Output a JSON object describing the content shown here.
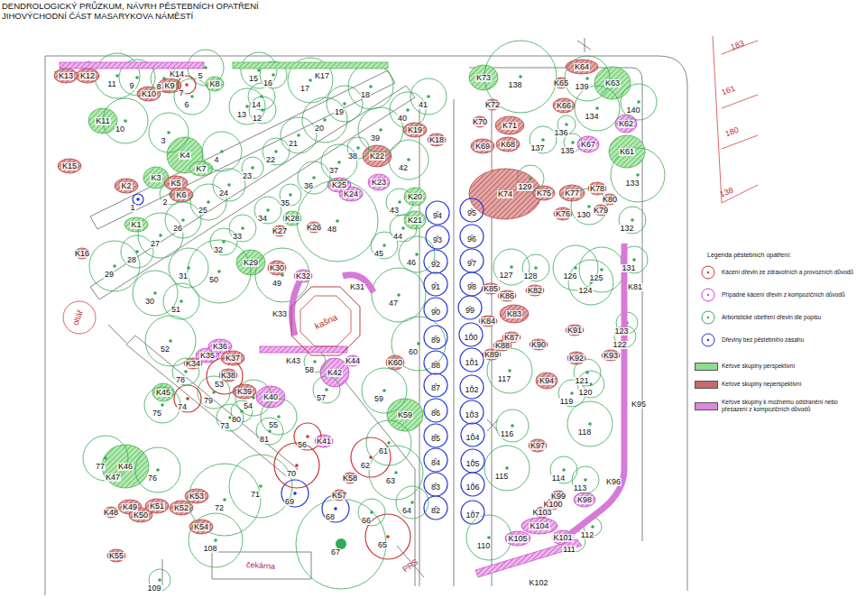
{
  "diagram": {
    "title": "DENDROLOGICKÝ PRŮZKUM, NÁVRH PĚSTEBNÍCH OPATŘENÍ JIHOVÝCHODNÍ ČÁST MASARYKOVA NÁMĚSTÍ",
    "nodes": [
      {
        "text": [
          "kašna"
        ]
      }
    ],
    "labels": [
      "1",
      "2",
      "3",
      "4",
      "5",
      "6",
      "7",
      "8",
      "9",
      "10",
      "11",
      "12",
      "13",
      "14",
      "15",
      "16",
      "17",
      "18",
      "19",
      "20",
      "21",
      "22",
      "23",
      "24",
      "25",
      "26",
      "27",
      "28",
      "29",
      "30",
      "31",
      "32",
      "33",
      "34",
      "35",
      "36",
      "37",
      "38",
      "39",
      "40",
      "41",
      "42",
      "43",
      "44",
      "45",
      "46",
      "47",
      "48",
      "49",
      "50",
      "51",
      "52",
      "53",
      "54",
      "55",
      "56",
      "57",
      "58",
      "59",
      "60",
      "61",
      "62",
      "63",
      "64",
      "65",
      "66",
      "67",
      "68",
      "69",
      "70",
      "71",
      "72",
      "73",
      "74",
      "75",
      "76",
      "77",
      "78",
      "79",
      "80",
      "81",
      "82",
      "83",
      "84",
      "85",
      "86",
      "87",
      "88",
      "89",
      "90",
      "91",
      "92",
      "93",
      "94",
      "95",
      "96",
      "97",
      "98",
      "99",
      "100",
      "101",
      "102",
      "103",
      "104",
      "105",
      "106",
      "107",
      "108",
      "109",
      "110",
      "111",
      "112",
      "113",
      "114",
      "115",
      "116",
      "117",
      "118",
      "119",
      "120",
      "121",
      "122",
      "123",
      "124",
      "125",
      "126",
      "127",
      "128",
      "129",
      "130",
      "131",
      "132",
      "133",
      "134",
      "135",
      "136",
      "137",
      "138",
      "139",
      "140",
      "K1",
      "K2",
      "K3",
      "K4",
      "K5",
      "K6",
      "K7",
      "K8",
      "K9",
      "K10",
      "K11",
      "K12",
      "K13",
      "K14",
      "K15",
      "K16",
      "K17",
      "K18",
      "K19",
      "K20",
      "K21",
      "K22",
      "K23",
      "K24",
      "K25",
      "K26",
      "K27",
      "K28",
      "K29",
      "K30",
      "K31",
      "K32",
      "K33",
      "K34",
      "K35",
      "K36",
      "K37",
      "K38",
      "K39",
      "K40",
      "K41",
      "K42",
      "K43",
      "K44",
      "K45",
      "K46",
      "K47",
      "K48",
      "K49",
      "K50",
      "K51",
      "K52",
      "K53",
      "K54",
      "K55",
      "K57",
      "K58",
      "K59",
      "K60",
      "K61",
      "K62",
      "K63",
      "K64",
      "K65",
      "K66",
      "K67",
      "K68",
      "K69",
      "K70",
      "K71",
      "K72",
      "K73",
      "K74",
      "K75",
      "K76",
      "K77",
      "K78",
      "K79",
      "K80",
      "K81",
      "K82",
      "K83",
      "K84",
      "K85",
      "K86",
      "K87",
      "K88",
      "K89",
      "K90",
      "K91",
      "K92",
      "K93",
      "K94",
      "K95",
      "K96",
      "K97",
      "K98",
      "K99",
      "K100",
      "K101",
      "K102",
      "K103",
      "K104",
      "K105",
      "oltář",
      "čekárna",
      "PRS",
      "183",
      "161",
      "180",
      "138",
      "Legenda pěstebních opatření:"
    ],
    "legend": [
      {
        "text": "Kácení dřevin ze zdravotních a provozních důvodů"
      },
      {
        "text": "Případné kácení dřevin z kompozičních důvodů"
      },
      {
        "text": "Arboristické ošetření dřevin dle popisu"
      },
      {
        "text": "Dřeviny bez pěstebního zásahu"
      },
      {
        "text": "Keřové skupiny perspektivní",
        "color": "#8fdc8f"
      },
      {
        "text": "Keřové skupiny neperspektivní",
        "color": "#c86a6a"
      },
      {
        "text": "Keřové skupiny k možnému odstranění nebo přesazení z kompozičních důvodů",
        "color": "#dd88dd"
      }
    ]
  }
}
